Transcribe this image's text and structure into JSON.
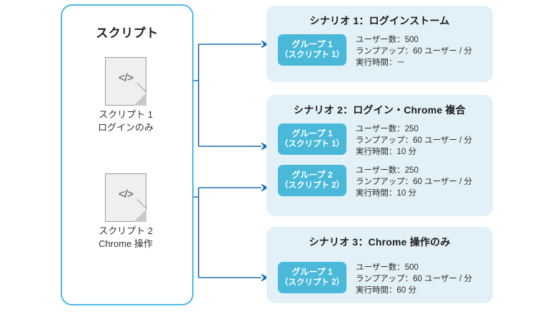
{
  "diagram": {
    "script_container": {
      "title": "スクリプト",
      "scripts": [
        {
          "icon_text": "</>",
          "caption_line1": "スクリプト 1",
          "caption_line2": "ログインのみ"
        },
        {
          "icon_text": "</>",
          "caption_line1": "スクリプト 2",
          "caption_line2": "Chrome 操作"
        }
      ]
    },
    "scenarios": [
      {
        "title": "シナリオ 1：ログインストーム",
        "groups": [
          {
            "name": "グループ 1",
            "source": "（スクリプト 1）",
            "users": "ユーザー数：500",
            "rampup": "ランプアップ：60 ユーザー / 分",
            "duration": "実行時間：－"
          }
        ]
      },
      {
        "title": "シナリオ 2：ログイン・Chrome 複合",
        "groups": [
          {
            "name": "グループ 1",
            "source": "（スクリプト 1）",
            "users": "ユーザー数：250",
            "rampup": "ランプアップ：60 ユーザー / 分",
            "duration": "実行時間：10 分"
          },
          {
            "name": "グループ 2",
            "source": "（スクリプト 2）",
            "users": "ユーザー数：250",
            "rampup": "ランプアップ：60 ユーザー / 分",
            "duration": "実行時間：10 分"
          }
        ]
      },
      {
        "title": "シナリオ 3：Chrome 操作のみ",
        "groups": [
          {
            "name": "グループ 1",
            "source": "（スクリプト 2）",
            "users": "ユーザー数：500",
            "rampup": "ランプアップ：60 ユーザー / 分",
            "duration": "実行時間：60 分"
          }
        ]
      }
    ],
    "colors": {
      "container_border": "#4db8e8",
      "panel_background": "#e2f1f8",
      "group_box": "#4ab9d9",
      "connector": "#1f6fb2",
      "file_body": "#efefef",
      "file_border": "#9a9a9a"
    }
  }
}
